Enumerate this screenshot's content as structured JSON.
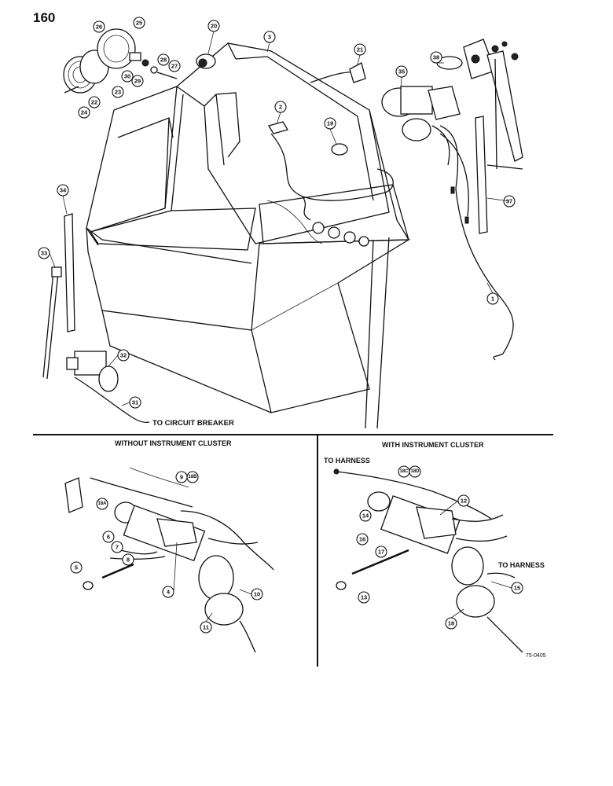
{
  "page_number": "160",
  "labels": {
    "to_circuit_breaker": "TO CIRCUIT BREAKER",
    "without_cluster": "WITHOUT INSTRUMENT CLUSTER",
    "with_cluster": "WITH INSTRUMENT CLUSTER",
    "to_harness_top": "TO HARNESS",
    "to_harness_right": "TO HARNESS",
    "illustration_no": "75-0405"
  },
  "callouts": {
    "c1": "1",
    "c2": "2",
    "c3": "3",
    "c4": "4",
    "c5": "5",
    "c6": "6",
    "c7": "7",
    "c8": "8",
    "c9": "9",
    "c10": "10",
    "c11": "11",
    "c12": "12",
    "c13": "13",
    "c14": "14",
    "c15": "15",
    "c16": "16",
    "c17": "17",
    "c18": "18",
    "c18a": "18A",
    "c18b": "18B",
    "c18c": "18C",
    "c18d": "18D",
    "c19": "19",
    "c20": "20",
    "c21": "21",
    "c22": "22",
    "c23": "23",
    "c24": "24",
    "c25": "25",
    "c26": "26",
    "c27": "27",
    "c28": "28",
    "c29": "29",
    "c30": "30",
    "c31": "31",
    "c32": "32",
    "c33": "33",
    "c34": "34",
    "c35": "35",
    "c37": "37",
    "c38": "38"
  }
}
